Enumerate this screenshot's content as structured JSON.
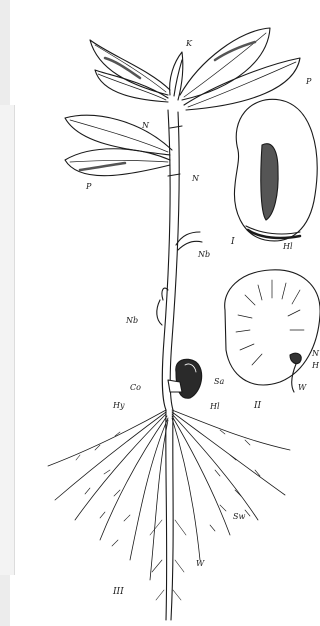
{
  "figure": {
    "labels": {
      "K": "K",
      "P_top": "P",
      "N_upper": "N",
      "N_lower": "N",
      "P_left": "P",
      "Nb_upper": "Nb",
      "Nb_lower": "Nb",
      "Co": "Co",
      "Sa": "Sa",
      "Hy": "Hy",
      "Hl_seedling": "Hl",
      "Sw": "Sw",
      "W_seedling": "W",
      "Hl_seed": "Hl",
      "N_seed": "N",
      "H_seed": "H",
      "W_seed": "W"
    },
    "panel_numbers": {
      "I": "I",
      "II": "II",
      "III": "III"
    },
    "colors": {
      "ink": "#1a1a1a",
      "paper": "#ffffff",
      "edge": "#ececec"
    }
  }
}
